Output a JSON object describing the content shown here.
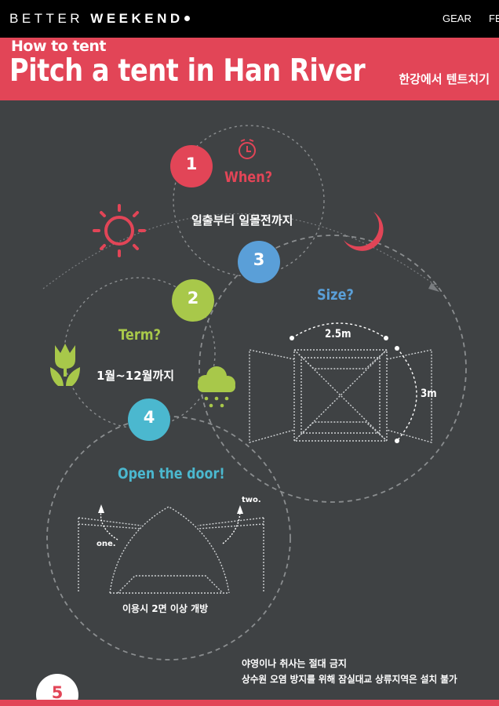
{
  "header": {
    "logo_part1": "BETTER",
    "logo_part2": "WEEKEND",
    "nav": [
      "GEAR",
      "FE"
    ]
  },
  "banner": {
    "subtitle": "How to tent",
    "title": "Pitch a tent in Han River",
    "korean_title": "한강에서 텐트치기"
  },
  "steps": [
    {
      "number": "1",
      "heading": "When?",
      "text": "일출부터 일몰전까지"
    },
    {
      "number": "2",
      "heading": "Term?",
      "text": "1월~12월까지"
    },
    {
      "number": "3",
      "heading": "Size?",
      "width": "2.5m",
      "depth": "3m"
    },
    {
      "number": "4",
      "heading": "Open the door!",
      "text": "이용시 2면 이상 개방",
      "door1": "one.",
      "door2": "two."
    }
  ],
  "notes": {
    "line1": "야영이나 취사는 절대 금지",
    "line2": "상수원 오염 방지를 위해 잠실대교 상류지역은 설치 불가"
  },
  "next_step": "5",
  "colors": {
    "background": "#3f4244",
    "red": "#e24557",
    "green": "#a8c84a",
    "blue": "#4a9ee0",
    "cyan": "#4bb8cf",
    "orange_blue": "#5a9fd8"
  },
  "icons": [
    "clock-icon",
    "sun-icon",
    "moon-icon",
    "tulip-icon",
    "rain-cloud-icon"
  ]
}
